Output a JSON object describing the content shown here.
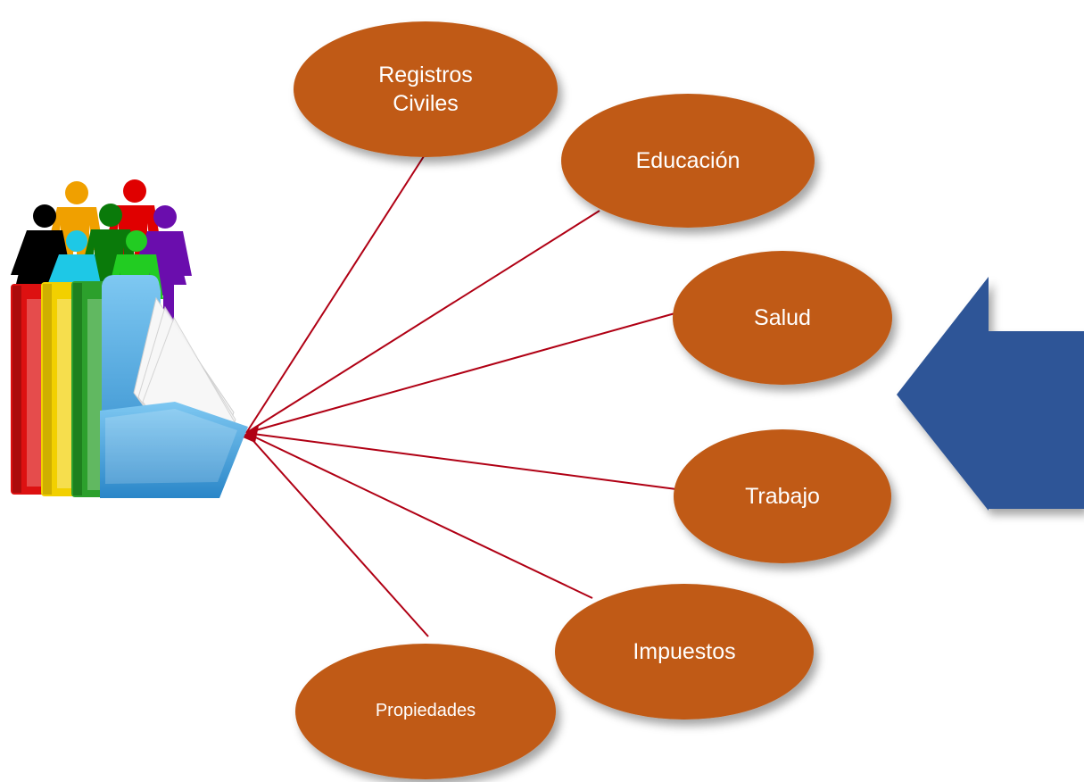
{
  "diagram": {
    "nodes": [
      {
        "id": "registros",
        "label": "Registros\nCiviles"
      },
      {
        "id": "educacion",
        "label": "Educación"
      },
      {
        "id": "salud",
        "label": "Salud"
      },
      {
        "id": "trabajo",
        "label": "Trabajo"
      },
      {
        "id": "impuestos",
        "label": "Impuestos"
      },
      {
        "id": "propiedades",
        "label": "Propiedades"
      }
    ],
    "colors": {
      "node_fill": "#c05a14",
      "node_shadow": "#8a8a8a",
      "connector": "#b00014",
      "arrow": "#2f5597"
    },
    "icons": {
      "people": "people-group-icon",
      "folders": "folders-icon",
      "arrow": "left-arrow-icon"
    }
  }
}
